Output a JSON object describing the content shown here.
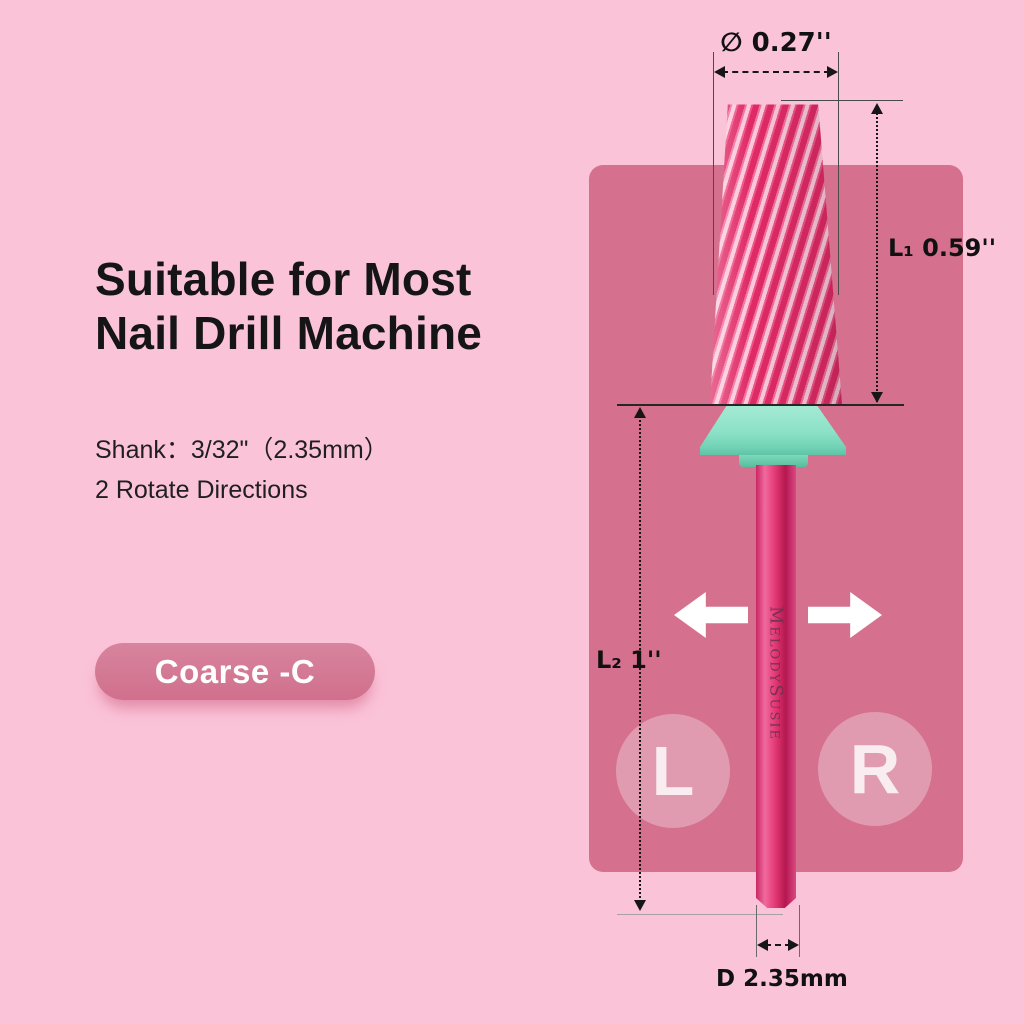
{
  "info": {
    "title_line1": "Suitable for Most",
    "title_line2": "Nail Drill Machine",
    "shank_spec": "Shank：3/32\"（2.35mm）",
    "rotate_spec": "2 Rotate Directions",
    "grit_badge": "Coarse -C"
  },
  "diagram": {
    "brand": "MelodySusie",
    "dim_tip_diameter": "∅ 0.27''",
    "dim_head_length": "L₁ 0.59''",
    "dim_shank_length": "L₂ 1''",
    "dim_shank_diameter": "D 2.35mm",
    "rotation_left": "L",
    "rotation_right": "R"
  },
  "colors": {
    "background": "#fbc3d8",
    "panel": "#d5708e",
    "badge": "#d47e98",
    "badge_text": "#ffffff",
    "title_text": "#151515",
    "bit_magenta": "#e02a66",
    "bit_highlight": "#fbc9db",
    "collar_teal": "#8be1c7",
    "shank_pink": "#e73d78",
    "brand_text": "#6d3150",
    "dimension_line": "#161616",
    "direction_arrow": "#ffffff"
  }
}
